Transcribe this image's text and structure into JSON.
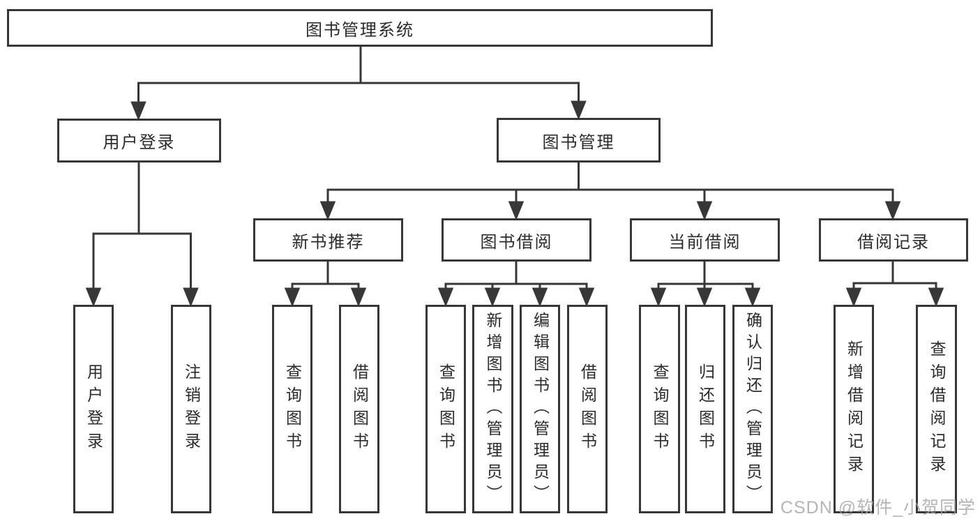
{
  "diagram": {
    "type": "hierarchy-tree",
    "root": {
      "label": "图书管理系统"
    },
    "children": [
      {
        "label": "用户登录",
        "children": [
          {
            "label": "用户登录"
          },
          {
            "label": "注销登录"
          }
        ]
      },
      {
        "label": "图书管理",
        "children": [
          {
            "label": "新书推荐",
            "children": [
              {
                "label": "查询图书"
              },
              {
                "label": "借阅图书"
              }
            ]
          },
          {
            "label": "图书借阅",
            "children": [
              {
                "label": "查询图书"
              },
              {
                "label": "新增图书（管理员）"
              },
              {
                "label": "编辑图书（管理员）"
              },
              {
                "label": "借阅图书"
              }
            ]
          },
          {
            "label": "当前借阅",
            "children": [
              {
                "label": "查询图书"
              },
              {
                "label": "归还图书"
              },
              {
                "label": "确认归还（管理员）"
              }
            ]
          },
          {
            "label": "借阅记录",
            "children": [
              {
                "label": "新增借阅记录"
              },
              {
                "label": "查询借阅记录"
              }
            ]
          }
        ]
      }
    ]
  },
  "watermark": {
    "text": "CSDN @软件_小贺同学",
    "color": "#a2a2a2"
  },
  "colors": {
    "line": "#373737",
    "box_background": "#ffffff",
    "text": "#2b2b2b"
  }
}
